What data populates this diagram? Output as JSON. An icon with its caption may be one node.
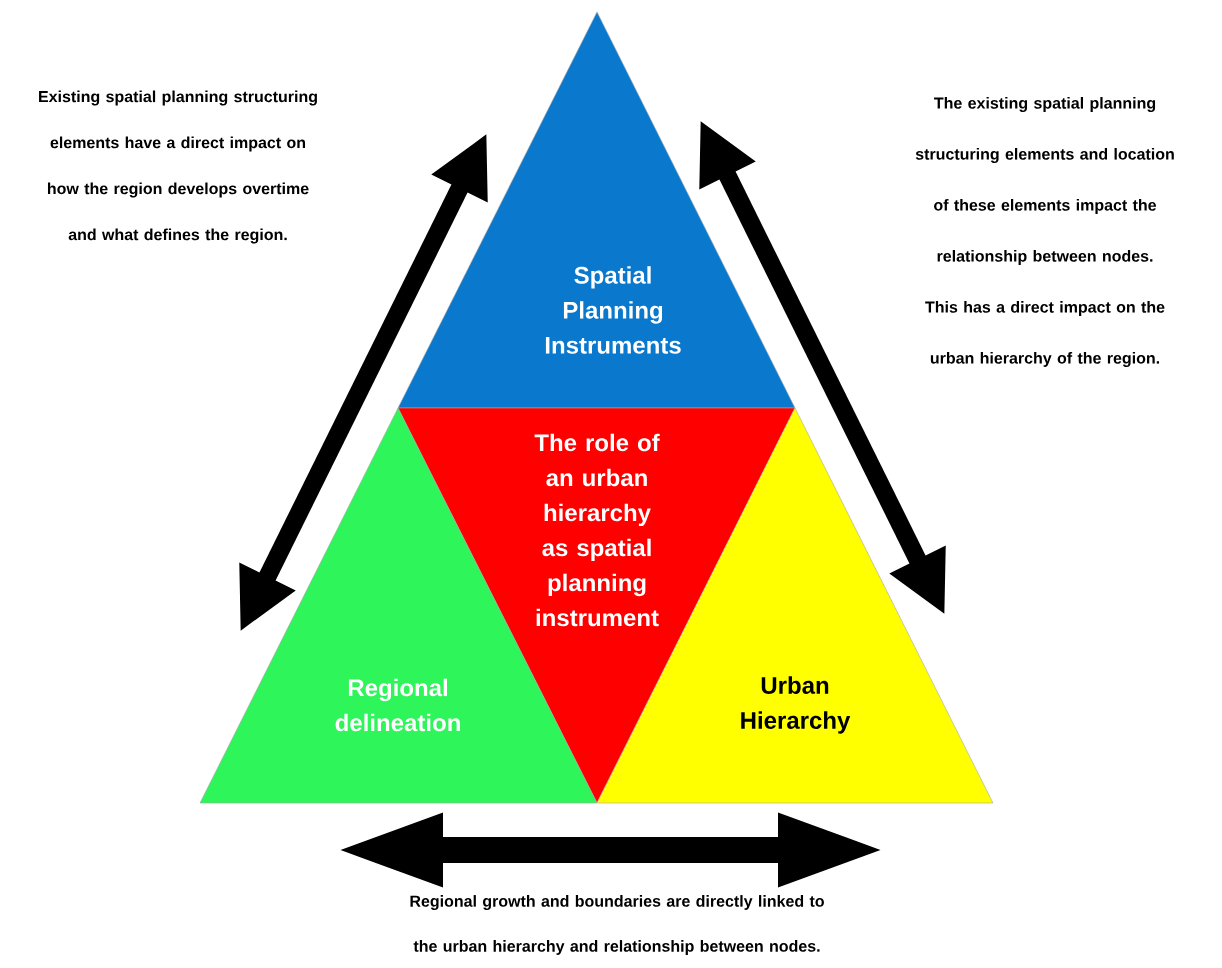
{
  "diagram": {
    "nodes": [
      {
        "text": [
          "Spatial Planning Instruments"
        ]
      },
      {
        "text": [
          "The role of an urban hierarchy as spatial planning instrument"
        ]
      },
      {
        "text": [
          "Regional delineation"
        ]
      },
      {
        "text": [
          "Urban Hierarchy"
        ]
      }
    ],
    "edges": [
      {
        "from": 0,
        "to": 2,
        "arrow": "both"
      },
      {
        "from": 0,
        "to": 3,
        "arrow": "both"
      },
      {
        "from": 2,
        "to": 3,
        "arrow": "both",
        "label": "Regional growth and boundaries are directly linked to the urban hierarchy and relationship between nodes."
      }
    ],
    "labels": [
      "Existing spatial planning structuring elements have a direct impact on how the region develops overtime and what defines the region.",
      "The existing spatial planning structuring elements and location of these elements impact the relationship between nodes. This has a direct impact on the urban hierarchy of the region."
    ]
  }
}
